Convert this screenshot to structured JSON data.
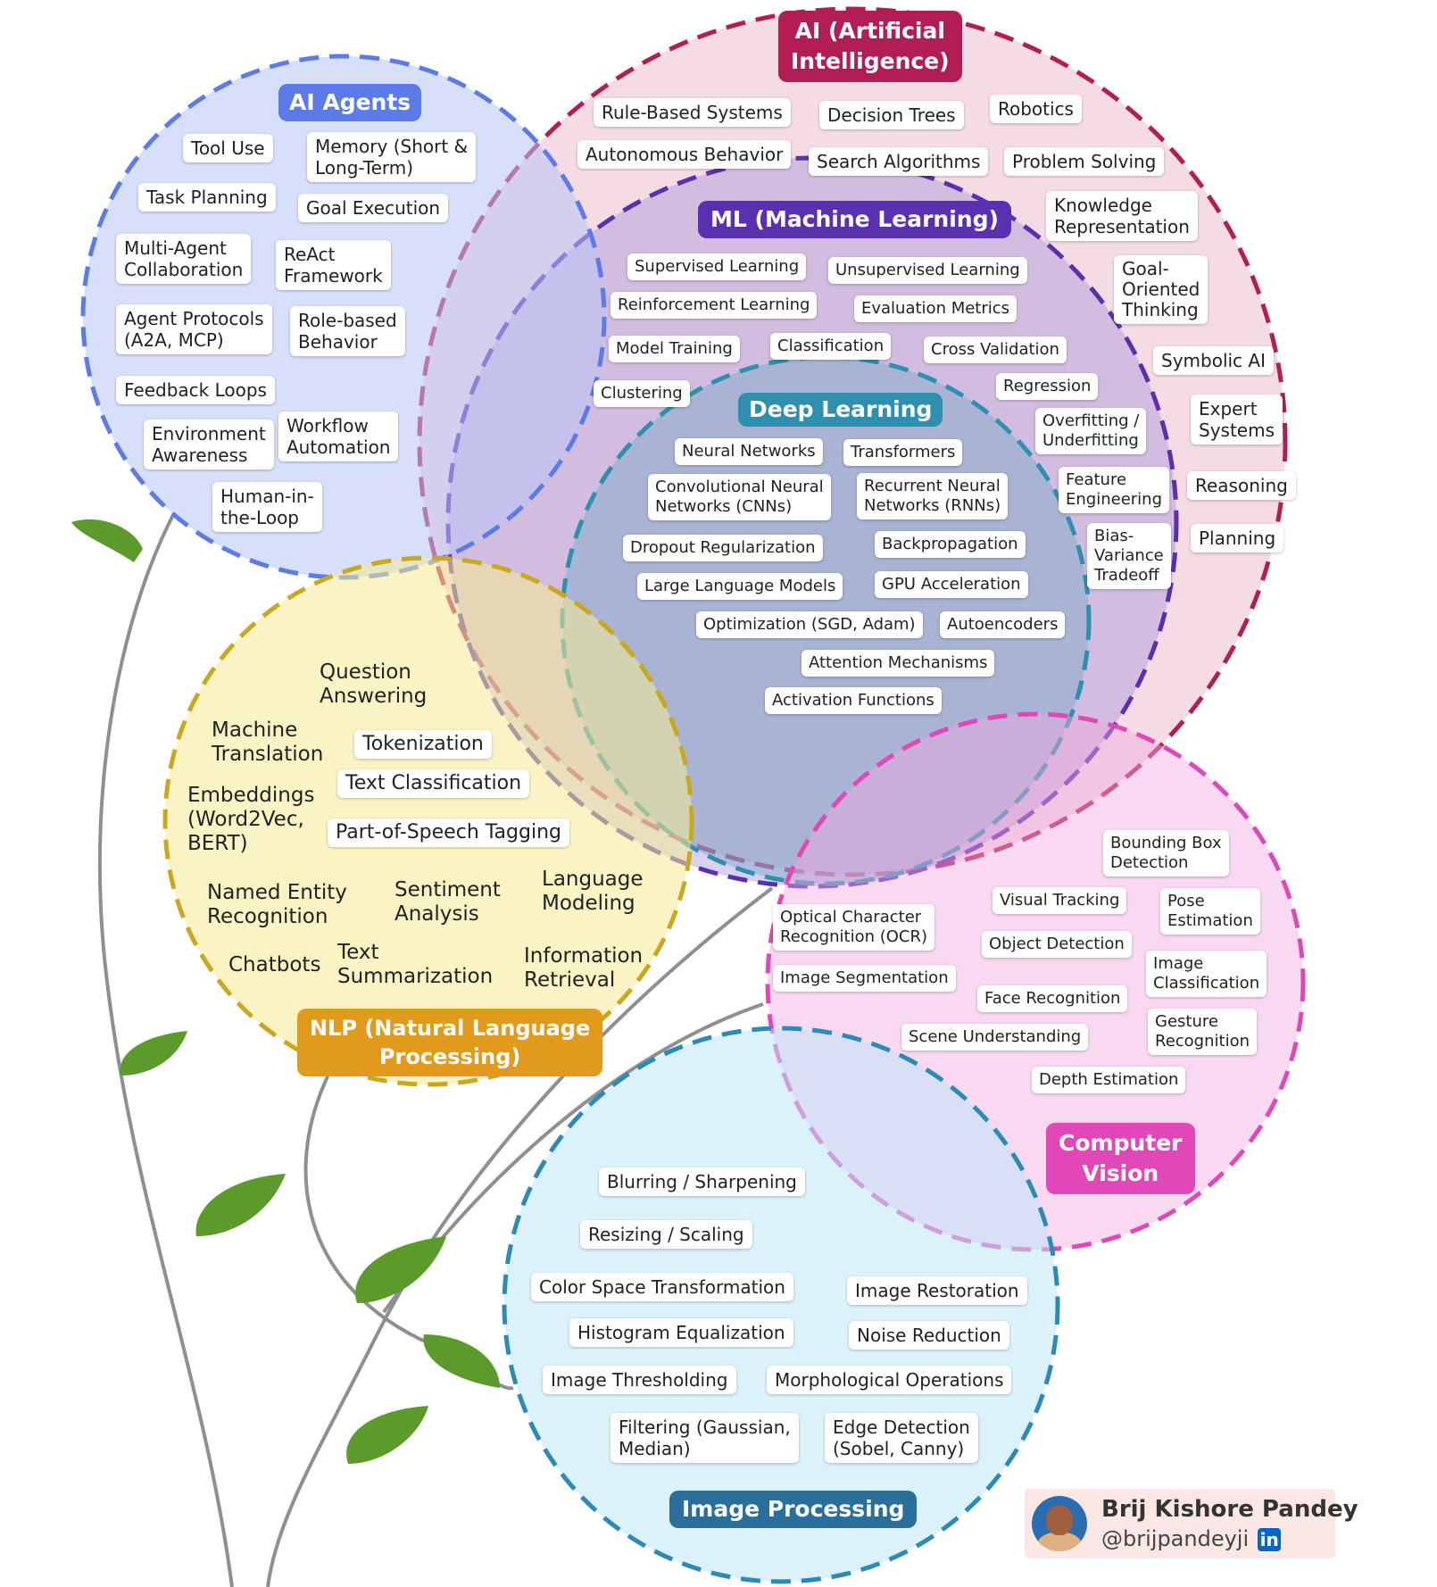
{
  "circles": {
    "ai_agents": {
      "title": "AI Agents",
      "items": [
        "Tool Use",
        "Memory (Short &\nLong-Term)",
        "Task Planning",
        "Goal Execution",
        "Multi-Agent\nCollaboration",
        "ReAct\nFramework",
        "Agent Protocols\n(A2A, MCP)",
        "Role-based\nBehavior",
        "Feedback Loops",
        "Environment\nAwareness",
        "Workflow\nAutomation",
        "Human-in-\nthe-Loop"
      ]
    },
    "ai": {
      "title": "AI (Artificial\nIntelligence)",
      "items": [
        "Rule-Based Systems",
        "Decision Trees",
        "Robotics",
        "Autonomous Behavior",
        "Search Algorithms",
        "Problem Solving",
        "Knowledge\nRepresentation",
        "Goal-\nOriented\nThinking",
        "Symbolic AI",
        "Expert\nSystems",
        "Reasoning",
        "Planning"
      ]
    },
    "ml": {
      "title": "ML (Machine Learning)",
      "items": [
        "Supervised Learning",
        "Unsupervised Learning",
        "Reinforcement Learning",
        "Evaluation Metrics",
        "Model Training",
        "Classification",
        "Cross Validation",
        "Clustering",
        "Regression",
        "Overfitting /\nUnderfitting",
        "Feature\nEngineering",
        "Bias-\nVariance\nTradeoff"
      ]
    },
    "dl": {
      "title": "Deep Learning",
      "items": [
        "Neural Networks",
        "Transformers",
        "Convolutional Neural\nNetworks (CNNs)",
        "Recurrent Neural\nNetworks (RNNs)",
        "Dropout Regularization",
        "Backpropagation",
        "Large Language Models",
        "GPU Acceleration",
        "Optimization (SGD, Adam)",
        "Autoencoders",
        "Attention Mechanisms",
        "Activation Functions"
      ]
    },
    "nlp": {
      "title": "NLP (Natural Language\nProcessing)",
      "items": [
        "Question\nAnswering",
        "Machine\nTranslation",
        "Tokenization",
        "Text Classification",
        "Embeddings\n(Word2Vec,\nBERT)",
        "Part-of-Speech Tagging",
        "Named Entity\nRecognition",
        "Sentiment\nAnalysis",
        "Language\nModeling",
        "Chatbots",
        "Text\nSummarization",
        "Information\nRetrieval"
      ]
    },
    "cv": {
      "title": "Computer\nVision",
      "items": [
        "Bounding Box\nDetection",
        "Visual Tracking",
        "Pose\nEstimation",
        "Optical Character\nRecognition (OCR)",
        "Object Detection",
        "Image\nClassification",
        "Image Segmentation",
        "Face Recognition",
        "Gesture\nRecognition",
        "Scene Understanding",
        "Depth Estimation"
      ]
    },
    "ip": {
      "title": "Image Processing",
      "items": [
        "Blurring / Sharpening",
        "Resizing / Scaling",
        "Color Space Transformation",
        "Image Restoration",
        "Histogram Equalization",
        "Noise Reduction",
        "Image Thresholding",
        "Morphological Operations",
        "Filtering (Gaussian,\nMedian)",
        "Edge Detection\n(Sobel, Canny)"
      ]
    }
  },
  "author": {
    "name": "Brij Kishore Pandey",
    "handle": "@brijpandeyji",
    "network": "in"
  },
  "colors": {
    "ai_agents": "#5b7be8",
    "ai": "#b21e54",
    "ml": "#5a2fb0",
    "dl": "#2e8fae",
    "nlp": "#c9a81e",
    "cv": "#e048b8",
    "ip": "#2a8ab8",
    "leaf": "#5d9a2c",
    "stem": "#8f8f8f"
  }
}
